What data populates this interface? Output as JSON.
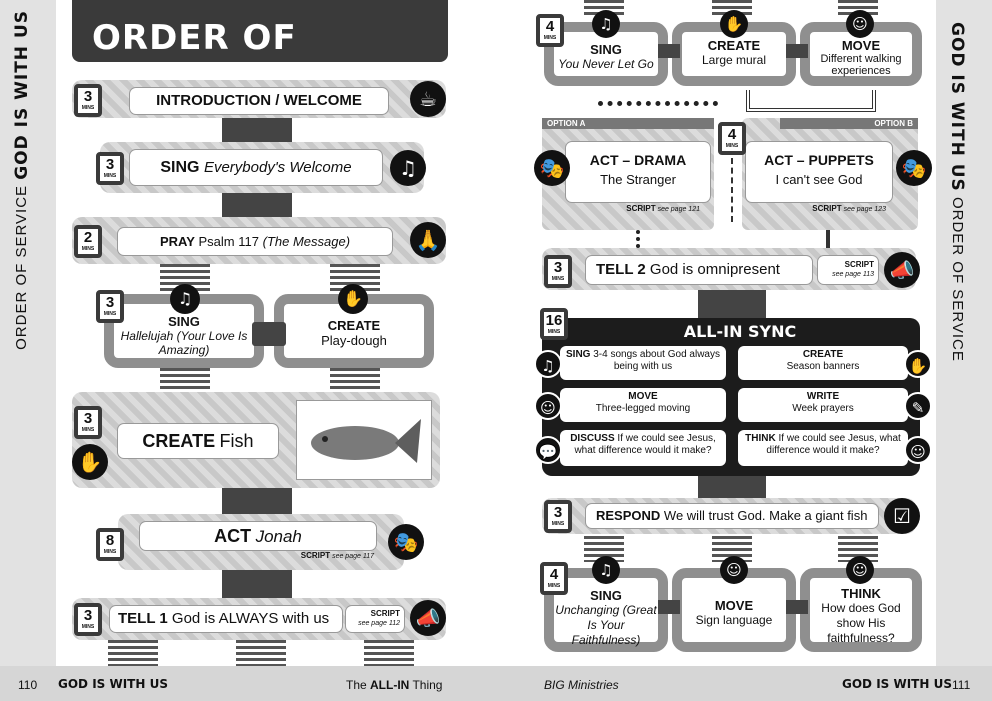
{
  "left": {
    "side_label": {
      "plain": "ORDER OF SERVICE",
      "bold": "GOD IS WITH US"
    },
    "title": "ORDER OF SERVICE",
    "items": [
      {
        "mins": "3",
        "label": "INTRODUCTION / WELCOME",
        "icon": "mug-icon"
      },
      {
        "mins": "3",
        "label": "SING",
        "detail": "Everybody's Welcome",
        "icon": "music-icon"
      },
      {
        "mins": "2",
        "label": "PRAY",
        "detail": "Psalm 117",
        "detail2": "(The Message)",
        "icon": "praying-hands-icon"
      },
      {
        "mins": "3",
        "a_label": "SING",
        "a_detail": "Hallelujah (Your Love Is Amazing)",
        "b_label": "CREATE",
        "b_detail": "Play-dough",
        "icon": "music-icon",
        "icon2": "hand-icon"
      },
      {
        "mins": "3",
        "label": "CREATE",
        "detail": "Fish",
        "icon": "hand-icon"
      },
      {
        "mins": "8",
        "label": "ACT",
        "detail": "Jonah",
        "script": "SCRIPT",
        "script_ref": "see page 117",
        "icon": "masks-icon"
      },
      {
        "mins": "3",
        "label": "TELL 1",
        "detail": "God is ALWAYS with us",
        "script": "SCRIPT",
        "script_ref": "see page 112",
        "icon": "megaphone-icon"
      }
    ]
  },
  "right": {
    "side_label": {
      "plain": "ORDER OF SERVICE",
      "bold": "GOD IS WITH US"
    },
    "top": {
      "mins": "4",
      "cols": [
        {
          "label": "SING",
          "detail": "You Never Let Go",
          "icon": "music-icon"
        },
        {
          "label": "CREATE",
          "detail": "Large mural",
          "icon": "hand-icon"
        },
        {
          "label": "MOVE",
          "detail": "Different walking experiences",
          "icon": "person-icon"
        }
      ]
    },
    "options": {
      "mins": "4",
      "a": {
        "tab": "OPTION A",
        "label": "ACT – DRAMA",
        "detail": "The Stranger",
        "script": "SCRIPT",
        "script_ref": "see page 121"
      },
      "b": {
        "tab": "OPTION B",
        "label": "ACT – PUPPETS",
        "detail": "I can't see God",
        "script": "SCRIPT",
        "script_ref": "see page 123"
      }
    },
    "tell2": {
      "mins": "3",
      "label": "TELL 2",
      "detail": "God is omnipresent",
      "script": "SCRIPT",
      "script_ref": "see page 113"
    },
    "sync": {
      "mins": "16",
      "title": "ALL-IN SYNC",
      "cells": [
        {
          "label": "SING",
          "text": "3-4 songs about God always being with us"
        },
        {
          "label": "CREATE",
          "text": "Season banners"
        },
        {
          "label": "MOVE",
          "text": "Three-legged moving"
        },
        {
          "label": "WRITE",
          "text": "Week prayers"
        },
        {
          "label": "DISCUSS",
          "text": "If we could see Jesus, what difference would it make?"
        },
        {
          "label": "THINK",
          "text": "If we could see Jesus, what difference would it make?"
        }
      ]
    },
    "respond": {
      "mins": "3",
      "label": "RESPOND",
      "detail": "We will trust God. Make a giant fish"
    },
    "bottom": {
      "mins": "4",
      "cols": [
        {
          "label": "SING",
          "detail": "Unchanging (Great Is Your Faithfulness)"
        },
        {
          "label": "MOVE",
          "detail": "Sign language"
        },
        {
          "label": "THINK",
          "detail": "How does God show His faithfulness?"
        }
      ]
    }
  },
  "footer": {
    "left_page": "110",
    "left_title": "GOD IS WITH US",
    "book_pre": "The ",
    "book_bold": "ALL-IN",
    "book_post": " Thing",
    "publisher": "BIG Ministries",
    "right_title": "GOD IS WITH US",
    "right_page": "111"
  },
  "mins_label": "MINS"
}
